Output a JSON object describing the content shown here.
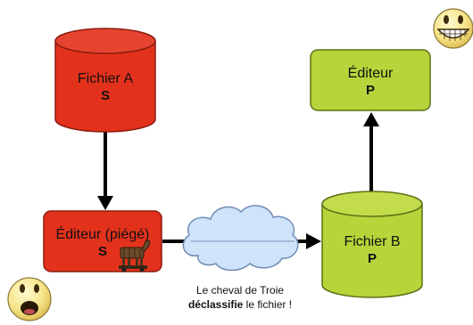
{
  "nodes": {
    "file_a": {
      "title": "Fichier A",
      "level": "S"
    },
    "editor_trapped": {
      "title": "Éditeur (piégé)",
      "level": "S"
    },
    "editor": {
      "title": "Éditeur",
      "level": "P"
    },
    "file_b": {
      "title": "Fichier B",
      "level": "P"
    }
  },
  "caption": {
    "line1": "Le cheval de Troie",
    "line2_bold": "déclassifie",
    "line2_rest": " le fichier !"
  },
  "colors": {
    "red": "#e3321c",
    "red_dark": "#8a1c0e",
    "green": "#b7d43a",
    "green_dark": "#5b7015",
    "cloud": "#cfe3fb",
    "arrow": "#000000"
  },
  "icons": {
    "top_right": "grinning-smiley-icon",
    "bottom_left": "shocked-smiley-icon",
    "trojan": "trojan-horse-icon"
  }
}
